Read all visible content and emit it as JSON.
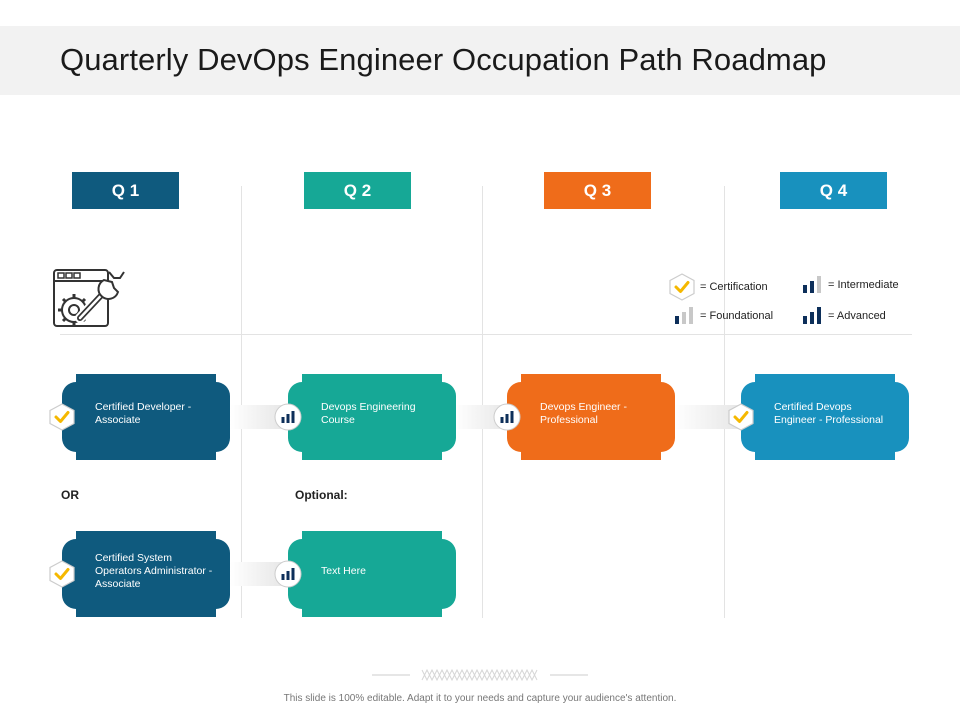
{
  "title": "Quarterly DevOps Engineer Occupation Path Roadmap",
  "quarters": [
    {
      "label": "Q 1",
      "color": "#0f5a7e"
    },
    {
      "label": "Q 2",
      "color": "#16a896"
    },
    {
      "label": "Q 3",
      "color": "#ef6c1a"
    },
    {
      "label": "Q 4",
      "color": "#1891be"
    }
  ],
  "legend": {
    "certification": "= Certification",
    "intermediate": "= Intermediate",
    "foundational": "= Foundational",
    "advanced": "= Advanced"
  },
  "cards": {
    "q1_top": "Certified Developer - Associate",
    "q2_top": "Devops Engineering Course",
    "q3_top": "Devops Engineer - Professional",
    "q4_top": "Certified Devops Engineer - Professional",
    "q1_bottom": "Certified System Operators Administrator - Associate",
    "q2_bottom": "Text Here"
  },
  "labels": {
    "or": "OR",
    "optional": "Optional:"
  },
  "footer": "This slide is 100% editable. Adapt it to your needs and capture your audience's attention.",
  "colors": {
    "navy": "#0f5a7e",
    "teal": "#16a896",
    "orange": "#ef6c1a",
    "blue": "#1891be",
    "check": "#f5b800",
    "bar_dark": "#0d2f5a",
    "bar_light": "#c8c8c8"
  }
}
